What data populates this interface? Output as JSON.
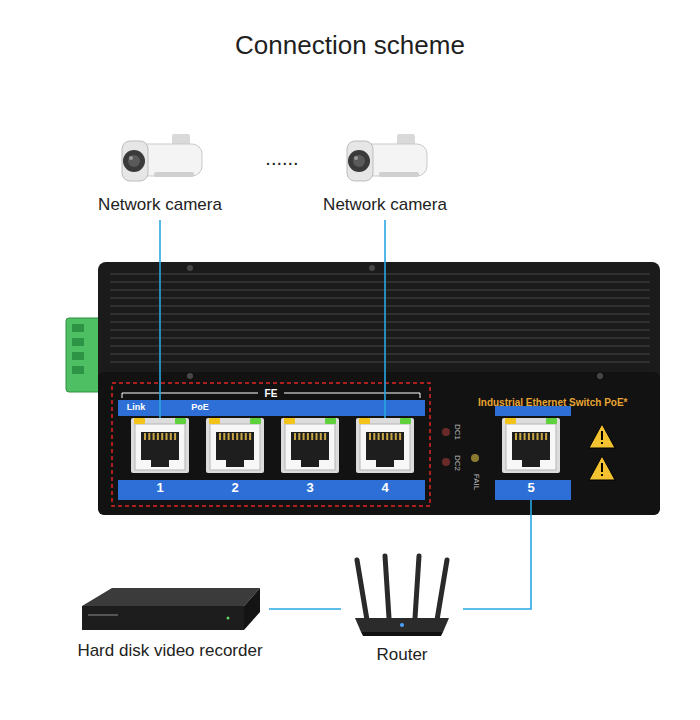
{
  "diagram": {
    "title": "Connection scheme",
    "nodes": [
      {
        "text": [
          "Network camera"
        ]
      },
      {
        "text": [
          "Network camera"
        ]
      },
      {
        "text": [
          "Industrial Ethernet Switch PoE*"
        ]
      },
      {
        "text": [
          "1"
        ],
        "in": 2
      },
      {
        "text": [
          "2"
        ],
        "in": 2
      },
      {
        "text": [
          "3"
        ],
        "in": 2
      },
      {
        "text": [
          "4"
        ],
        "in": 2
      },
      {
        "text": [
          "5"
        ],
        "in": 2
      },
      {
        "text": [
          "Hard disk video recorder"
        ]
      },
      {
        "text": [
          "Router"
        ]
      }
    ],
    "edges": [
      {
        "from": 0,
        "to": 3,
        "arrow": "none"
      },
      {
        "from": 1,
        "to": 6,
        "arrow": "none"
      },
      {
        "from": 7,
        "to": 9,
        "arrow": "none"
      },
      {
        "from": 8,
        "to": 9,
        "arrow": "none"
      }
    ],
    "labels": [
      "......",
      "FE",
      "Link",
      "PoE",
      "DC1",
      "DC2",
      "FAIL"
    ]
  }
}
